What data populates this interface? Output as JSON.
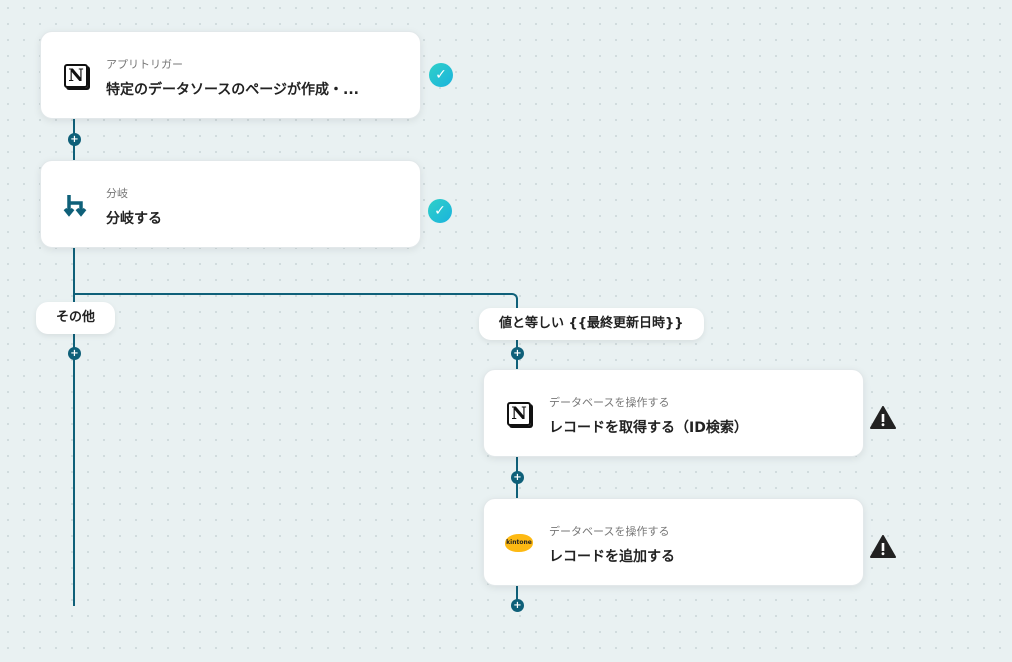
{
  "steps": [
    {
      "sub": "アプリトリガー",
      "title": "特定のデータソースのページが作成・...",
      "icon": "notion-icon",
      "status": "check"
    },
    {
      "sub": "分岐",
      "title": "分岐する",
      "icon": "branch-icon",
      "status": "check"
    },
    {
      "sub": "データベースを操作する",
      "title": "レコードを取得する（ID検索）",
      "icon": "notion-icon",
      "status": "warning"
    },
    {
      "sub": "データベースを操作する",
      "title": "レコードを追加する",
      "icon": "kintone-icon",
      "status": "warning"
    }
  ],
  "branches": {
    "other": "その他",
    "equals": "値と等しい {{最終更新日時}}"
  },
  "icons": {
    "notion_letter": "N",
    "kintone_text": "kintone"
  },
  "colors": {
    "line": "#0f6079",
    "check": "#22c3d6",
    "warning": "#222222"
  }
}
